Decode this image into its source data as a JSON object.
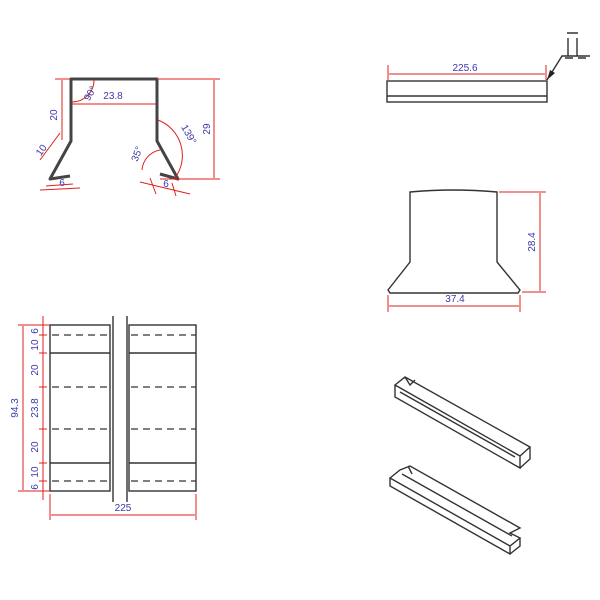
{
  "profile_view": {
    "width": "23.8",
    "height": "29",
    "side_height": "20",
    "lip_length": "10",
    "lip_left": "6",
    "lip_right": "6",
    "angle_corner": "90°",
    "angle_lip": "35°",
    "angle_outer": "139°"
  },
  "side_view": {
    "length": "225.6"
  },
  "end_view": {
    "height": "28.4",
    "width": "37.4"
  },
  "plan_view": {
    "total": "94.3",
    "length": "225",
    "chain": [
      "6",
      "10",
      "20",
      "23.8",
      "20",
      "10",
      "6"
    ]
  },
  "colors": {
    "dimension": "#e0201e",
    "text": "#3a3aa8",
    "line": "#333333"
  }
}
